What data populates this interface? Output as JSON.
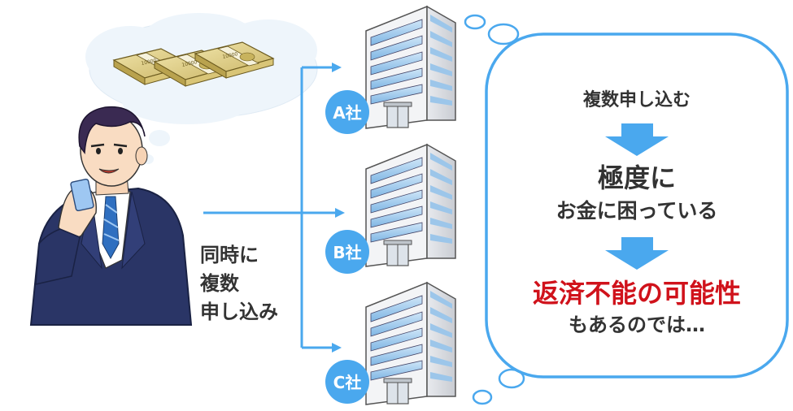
{
  "colors": {
    "accent": "#4aa8ee",
    "highlight": "#d0121b",
    "text": "#333333"
  },
  "left_label": [
    "同時に",
    "複数",
    "申し込み"
  ],
  "companies": [
    {
      "label": "A社"
    },
    {
      "label": "B社"
    },
    {
      "label": "C社"
    }
  ],
  "thought": {
    "line1": "複数申し込む",
    "line2": "極度に",
    "line3": "お金に困っている",
    "line4": "返済不能の可能性",
    "line5": "もあるのでは…"
  },
  "banknote_label": "10000"
}
